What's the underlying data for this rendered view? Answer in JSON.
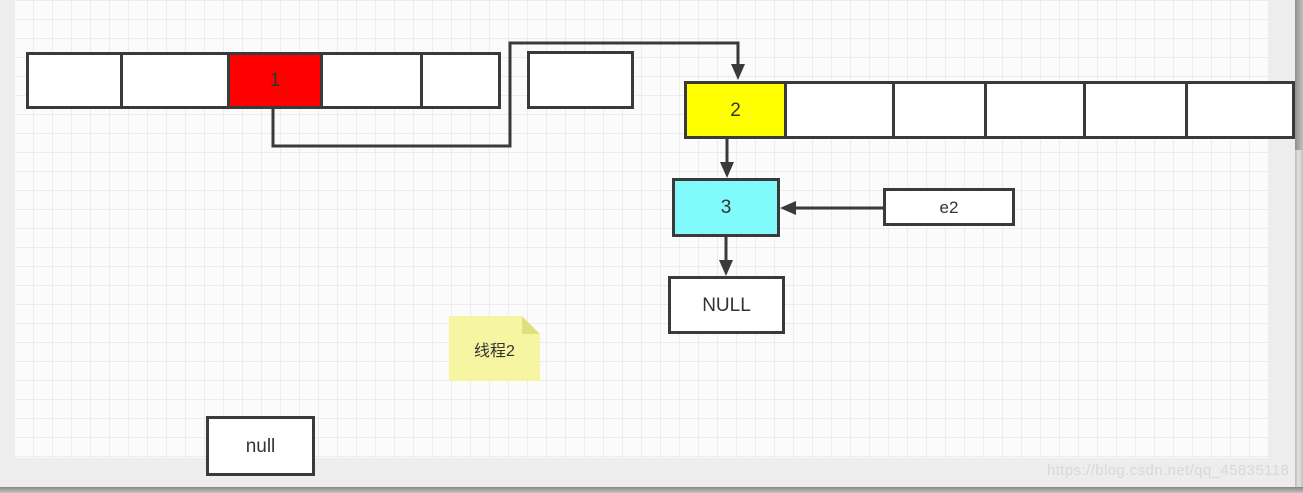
{
  "colors": {
    "shape_border": "#3a3a3a",
    "red": "#fe0000",
    "yellow": "#ffff00",
    "cyan": "#80fafa",
    "sticky": "#f6f6a2",
    "sticky_fold": "#dedf7d",
    "watermark": "#d8d8d8",
    "grid_line": "#ececec",
    "canvas_bg": "#fbfbfb"
  },
  "arrays": {
    "top_row": {
      "cell_count": 5,
      "red_cell_index": 3
    },
    "detached_cell_count": 1,
    "right_row": {
      "cell_count": 6,
      "yellow_cell_index": 1
    }
  },
  "nodes": {
    "red_cell": {
      "label": "1"
    },
    "yellow_cell": {
      "label": "2"
    },
    "node3": {
      "label": "3"
    },
    "null_upper": {
      "label": "NULL"
    },
    "e2": {
      "label": "e2"
    },
    "null_lower": {
      "label": "null"
    },
    "sticky_note": {
      "label": "线程2"
    }
  },
  "watermark": {
    "text": "https://blog.csdn.net/qq_45835118"
  }
}
